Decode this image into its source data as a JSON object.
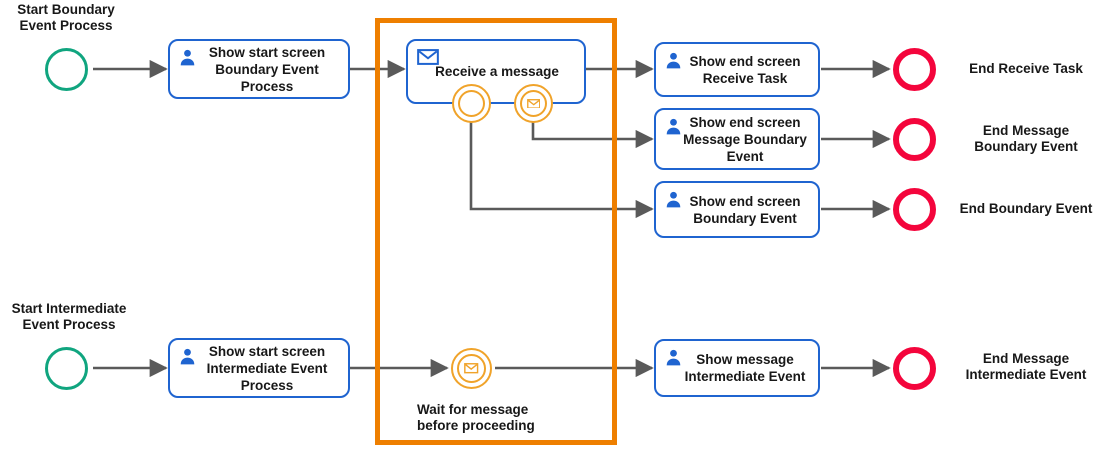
{
  "diagram": {
    "title": "BPMN Message Boundary and Intermediate Event Process",
    "colors": {
      "start_event": "#10a57f",
      "end_event": "#f4053c",
      "task_border": "#1f64d0",
      "task_icon": "#1f64d0",
      "boundary_event": "#f0a32a",
      "highlight": "#ee7f00",
      "connector": "#5a5a5a",
      "text": "#181818"
    }
  },
  "labels": {
    "start_boundary_process": "Start Boundary\nEvent Process",
    "start_intermediate_process": "Start Intermediate\nEvent Process",
    "end_receive_task": "End Receive Task",
    "end_message_boundary_event": "End Message\nBoundary Event",
    "end_boundary_event": "End Boundary Event",
    "end_message_intermediate_event": "End Message\nIntermediate Event",
    "wait_for_message": "Wait for message\nbefore proceeding"
  },
  "tasks": {
    "show_start_boundary": "Show start screen\nBoundary Event\nProcess",
    "receive_message": "Receive a message",
    "show_end_receive_task": "Show end screen\nReceive Task",
    "show_end_message_boundary": "Show end screen\nMessage\nBoundary Event",
    "show_end_boundary": "Show end screen\nBoundary Event",
    "show_start_intermediate": "Show start screen\nIntermediate\nEvent Process",
    "show_message_intermediate": "Show message\nIntermediate\nEvent"
  },
  "icons": {
    "user_task": "user-icon",
    "message_receive": "envelope-icon",
    "message_boundary": "envelope-icon",
    "message_intermediate": "envelope-icon"
  },
  "events": {
    "start_top": "start-event",
    "start_bottom": "start-event",
    "boundary_plain": "boundary-event",
    "boundary_message": "message-boundary-event",
    "intermediate_message": "message-intermediate-catch-event",
    "end_1": "end-event",
    "end_2": "end-event",
    "end_3": "end-event",
    "end_4": "end-event"
  }
}
